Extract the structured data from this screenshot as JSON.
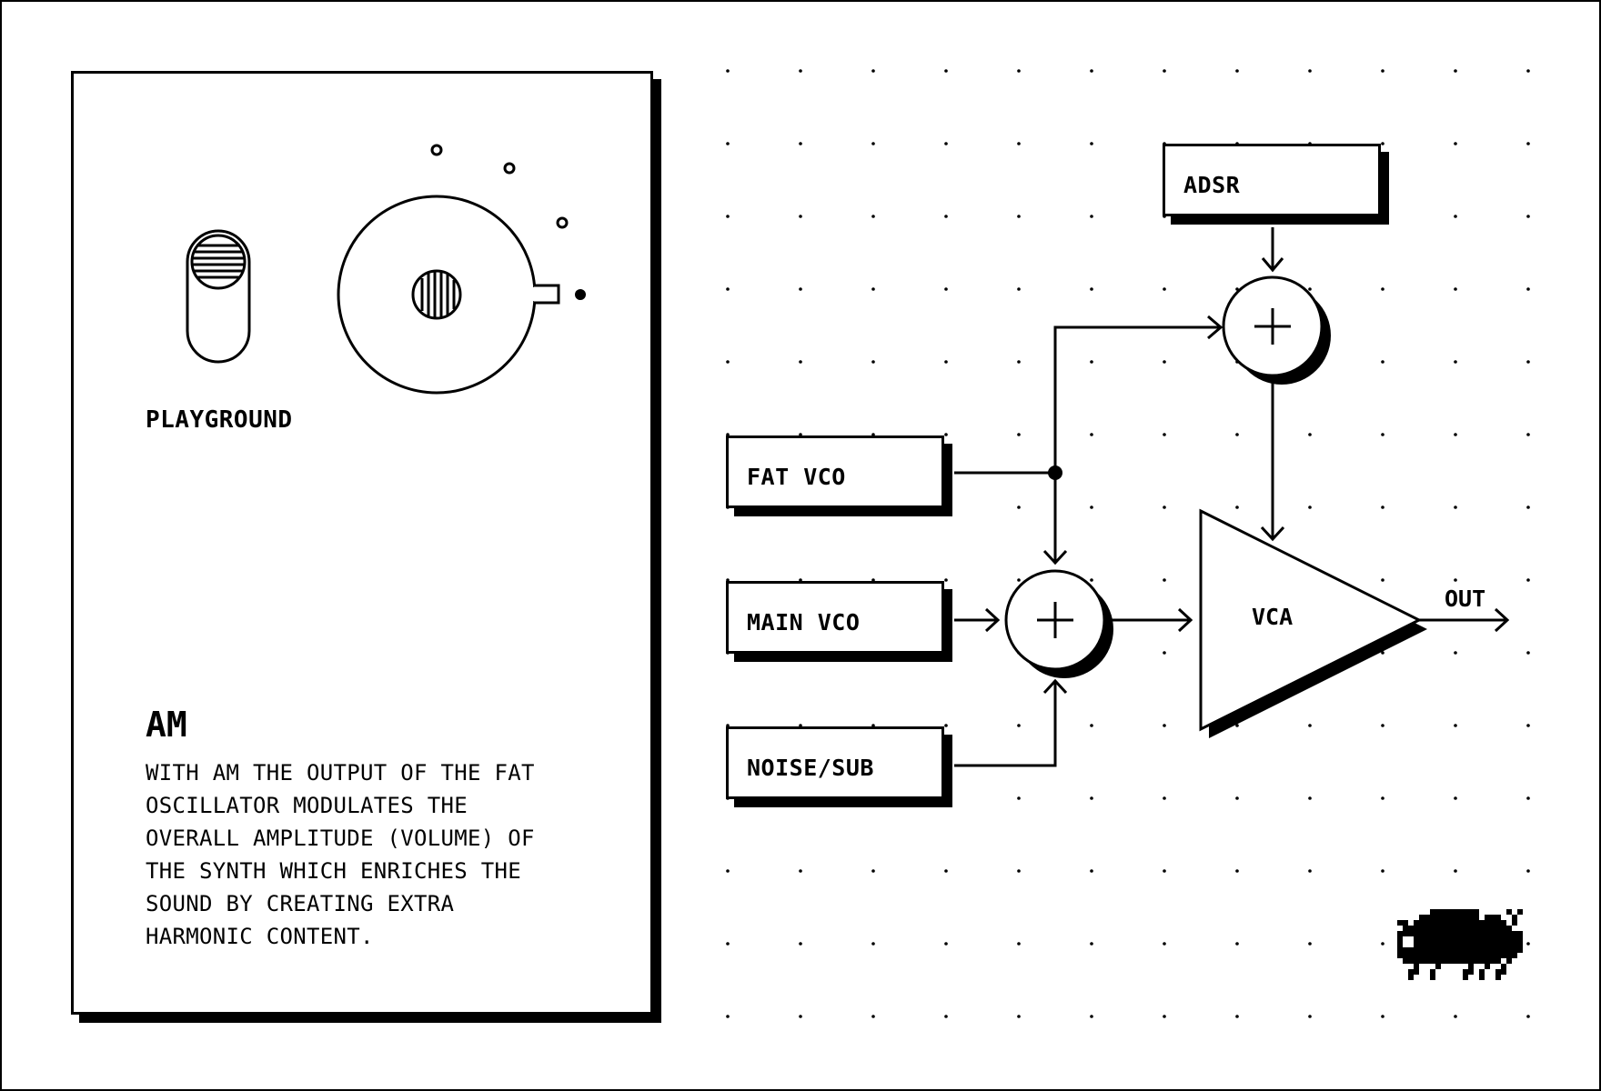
{
  "playground": {
    "label": "PLAYGROUND",
    "toggle_icon": "toggle-switch-icon",
    "knob_icon": "rotary-knob-icon",
    "knob_positions_count": 4,
    "knob_selected_index": 3
  },
  "info": {
    "title": "AM",
    "description": "WITH AM THE OUTPUT OF THE FAT\nOSCILLATOR MODULATES THE\nOVERALL AMPLITUDE (VOLUME) OF\nTHE SYNTH WHICH ENRICHES THE\nSOUND BY CREATING EXTRA\nHARMONIC CONTENT."
  },
  "diagram": {
    "modules": {
      "adsr": "ADSR",
      "fat_vco": "FAT VCO",
      "main_vco": "MAIN VCO",
      "noise_sub": "NOISE/SUB"
    },
    "vca": "VCA",
    "out": "OUT",
    "mixer_symbol": "+"
  },
  "mascot_icon": "pixel-pig-icon",
  "colors": {
    "ink": "#000000",
    "paper": "#ffffff"
  }
}
